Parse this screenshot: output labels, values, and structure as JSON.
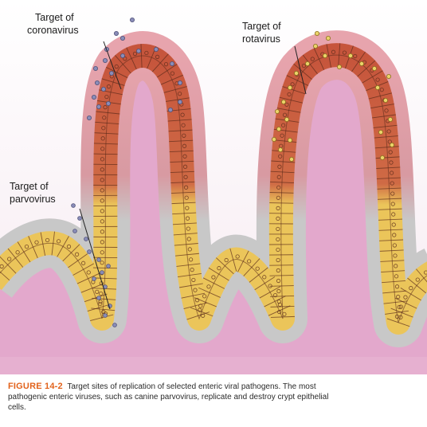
{
  "labels": {
    "coronavirus_line1": "Target of",
    "coronavirus_line2": "coronavirus",
    "rotavirus_line1": "Target of",
    "rotavirus_line2": "rotavirus",
    "parvovirus_line1": "Target of",
    "parvovirus_line2": "parvovirus"
  },
  "caption": {
    "figure_number": "FIGURE 14-2",
    "line1_text": "Target sites of replication of selected enteric viral pathogens. The most",
    "line2_text": "pathogenic enteric viruses, such as canine parvovirus, replicate and destroy crypt epithelial",
    "line3_text": "cells."
  },
  "colors": {
    "lamina": "#e3a8cc",
    "infected_cells": "#c4533c",
    "healthy_cells": "#ecc65a",
    "mucus": "#c9c9c9",
    "coronavirus_particles": "#8a8db8",
    "rotavirus_particles": "#ebd36a",
    "caption_accent": "#e2621b"
  }
}
